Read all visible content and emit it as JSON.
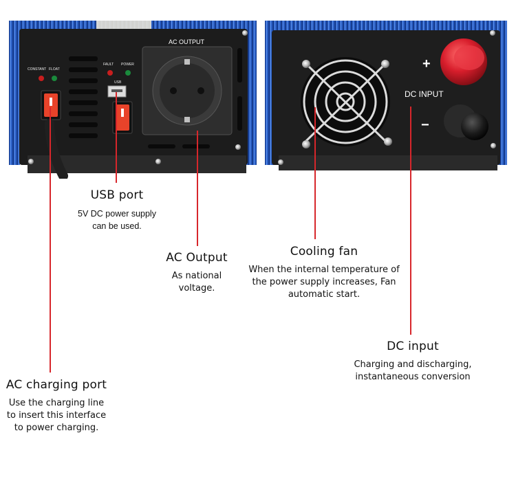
{
  "left_panel": {
    "indicator_labels": [
      "CONSTANT",
      "FLOAT"
    ],
    "fault_label": "FAULT",
    "power_label": "POWER",
    "usb_label": "USB",
    "socket_label": "AC OUTPUT"
  },
  "right_panel": {
    "plus_label": "+",
    "minus_label": "−",
    "dc_label": "DC INPUT"
  },
  "callouts": {
    "usb": {
      "title": "USB port",
      "desc_lines": [
        "5V DC power supply",
        "can be used."
      ]
    },
    "ac_output": {
      "title": "AC Output",
      "desc_lines": [
        "As national",
        "voltage."
      ]
    },
    "cooling": {
      "title": "Cooling fan",
      "desc_lines": [
        "When the internal temperature of",
        "the power supply increases, Fan",
        "automatic start."
      ]
    },
    "dc_input": {
      "title": "DC input",
      "desc_lines": [
        "Charging and discharging,",
        "instantaneous conversion"
      ]
    },
    "ac_charging": {
      "title": "AC charging port",
      "desc_lines": [
        "Use the charging line",
        "to insert this interface",
        "to power charging."
      ]
    }
  },
  "colors": {
    "leader": "#d7262b",
    "panel": "#1c1c1c",
    "housing": "#2a5ec4",
    "switch": "#e8432a",
    "terminal_red": "#d81e2c"
  }
}
